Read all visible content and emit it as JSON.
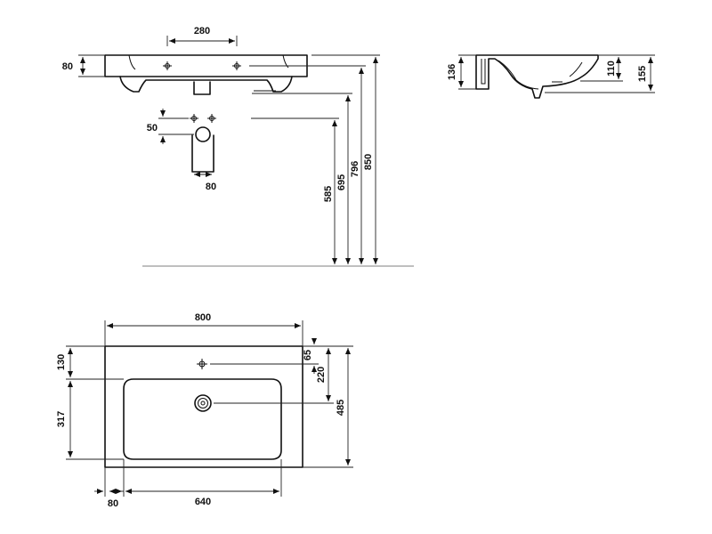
{
  "dimensions": {
    "front_top_width": "280",
    "front_rim_height": "80",
    "tap_spacing_vertical": "50",
    "waste_width": "80",
    "height_585": "585",
    "height_695": "695",
    "height_796": "796",
    "height_850": "850",
    "side_136": "136",
    "side_110": "110",
    "side_155": "155",
    "plan_width": "800",
    "plan_depth_130": "130",
    "plan_depth_317": "317",
    "plan_tap_65": "65",
    "plan_waste_220": "220",
    "plan_total_485": "485",
    "plan_left_80": "80",
    "plan_bowl_640": "640"
  }
}
